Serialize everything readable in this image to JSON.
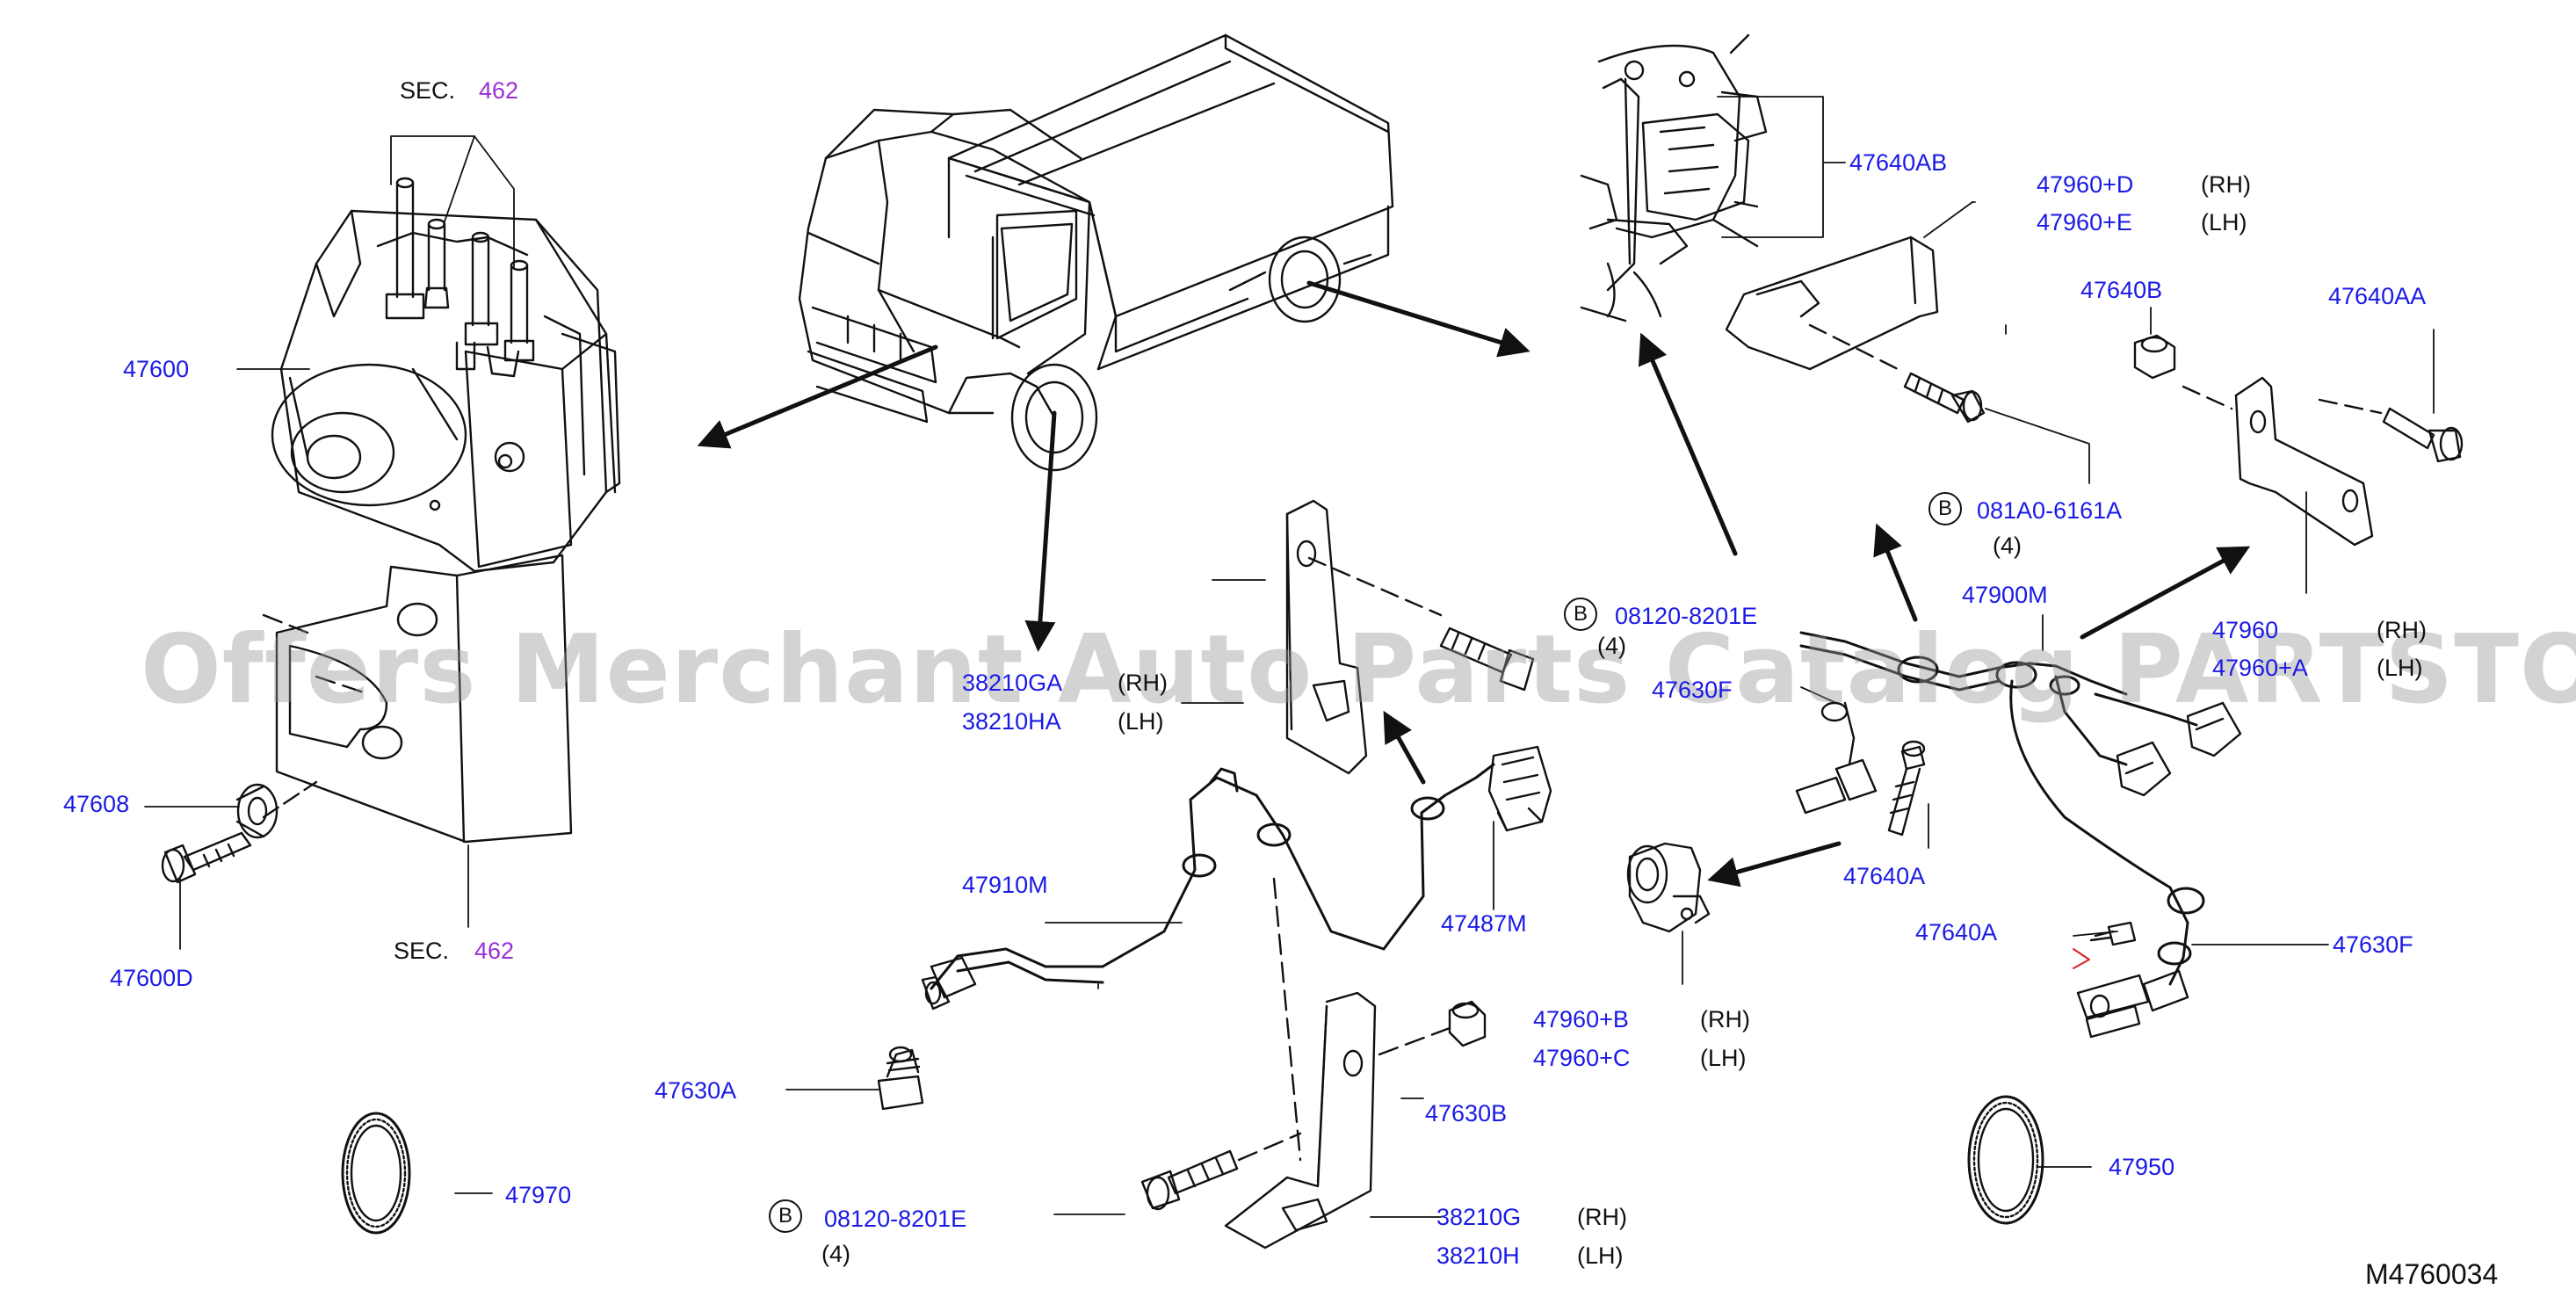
{
  "colors": {
    "part_number": "#1a1ae6",
    "section_ref": "#9b2fd6",
    "line": "#111111",
    "watermark": "#969696"
  },
  "watermark": "Offers Merchant Auto Parts Catalog PARTSTORE.SA",
  "diagram_code": "M4760034",
  "callout_letter": "B",
  "labels": {
    "sec_top": "SEC.",
    "sec_top_num": "462",
    "sec_bottom": "SEC.",
    "sec_bottom_num": "462",
    "p47600": "47600",
    "p47608": "47608",
    "p47600d": "47600D",
    "p38210ga": "38210GA",
    "p38210ga_side": "(RH)",
    "p38210ha": "38210HA",
    "p38210ha_side": "(LH)",
    "p08120_top": "08120-8201E",
    "p08120_top_qty": "(4)",
    "p47910m": "47910M",
    "p47487m": "47487M",
    "p47630a": "47630A",
    "p47970": "47970",
    "p47630b": "47630B",
    "p08120_bot": "08120-8201E",
    "p08120_bot_qty": "(4)",
    "p38210g": "38210G",
    "p38210g_side": "(RH)",
    "p38210h": "38210H",
    "p38210h_side": "(LH)",
    "p47640ab": "47640AB",
    "p47960d": "47960+D",
    "p47960d_side": "(RH)",
    "p47960e": "47960+E",
    "p47960e_side": "(LH)",
    "p47640b": "47640B",
    "p47640aa": "47640AA",
    "p081a0": "081A0-6161A",
    "p081a0_qty": "(4)",
    "p47900m": "47900M",
    "p47960": "47960",
    "p47960_side": "(RH)",
    "p47960a": "47960+A",
    "p47960a_side": "(LH)",
    "p47630f_left": "47630F",
    "p47640a_1": "47640A",
    "p47640a_2": "47640A",
    "p47630f_right": "47630F",
    "p47960b": "47960+B",
    "p47960b_side": "(RH)",
    "p47960c": "47960+C",
    "p47960c_side": "(LH)",
    "p47950": "47950"
  }
}
